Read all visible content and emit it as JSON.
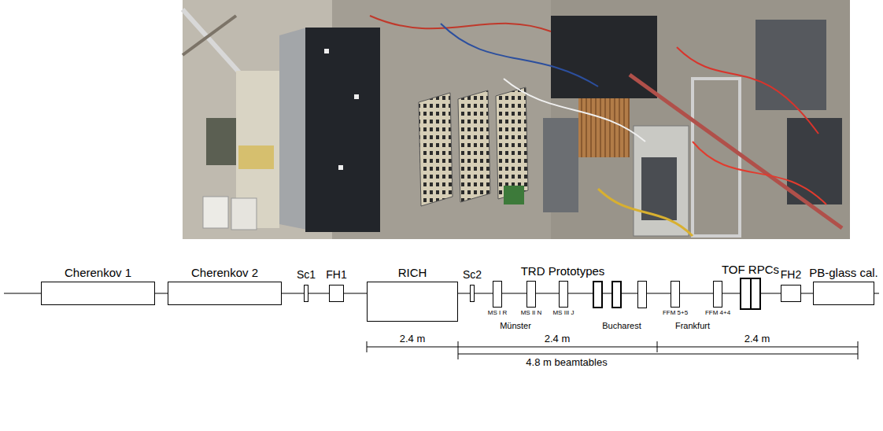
{
  "diagram": {
    "nodes": [
      {
        "text": [
          "Cherenkov 1"
        ]
      },
      {
        "text": [
          "Cherenkov 2"
        ]
      },
      {
        "text": [
          "Sc1"
        ]
      },
      {
        "text": [
          "FH1"
        ]
      },
      {
        "text": [
          "RICH"
        ]
      },
      {
        "text": [
          "Sc2"
        ]
      },
      {
        "text": [
          "MS I R"
        ]
      },
      {
        "text": [
          "MS II N"
        ]
      },
      {
        "text": [
          "MS III J"
        ]
      },
      {
        "text": [
          "FFM 5+5"
        ]
      },
      {
        "text": [
          "FFM 4+4"
        ]
      },
      {
        "text": [
          "TOF RPCs"
        ]
      },
      {
        "text": [
          "FH2"
        ]
      },
      {
        "text": [
          "PB-glass cal."
        ]
      }
    ],
    "edges": [
      {
        "from": 0,
        "to": 1,
        "arrow": "none"
      },
      {
        "from": 1,
        "to": 2,
        "arrow": "none"
      },
      {
        "from": 2,
        "to": 3,
        "arrow": "none"
      },
      {
        "from": 3,
        "to": 4,
        "arrow": "none"
      },
      {
        "from": 4,
        "to": 5,
        "arrow": "none"
      },
      {
        "from": 5,
        "to": 6,
        "arrow": "none"
      },
      {
        "from": 6,
        "to": 7,
        "arrow": "none"
      },
      {
        "from": 7,
        "to": 8,
        "arrow": "none"
      },
      {
        "from": 8,
        "to": 9,
        "arrow": "none"
      },
      {
        "from": 9,
        "to": 10,
        "arrow": "none"
      },
      {
        "from": 10,
        "to": 11,
        "arrow": "none"
      },
      {
        "from": 11,
        "to": 12,
        "arrow": "none"
      },
      {
        "from": 12,
        "to": 13,
        "arrow": "none"
      }
    ],
    "labels": [
      "TRD Prototypes",
      "Münster",
      "Bucharest",
      "Frankfurt",
      "2.4 m",
      "2.4 m",
      "2.4 m",
      "4.8 m beamtables"
    ]
  }
}
